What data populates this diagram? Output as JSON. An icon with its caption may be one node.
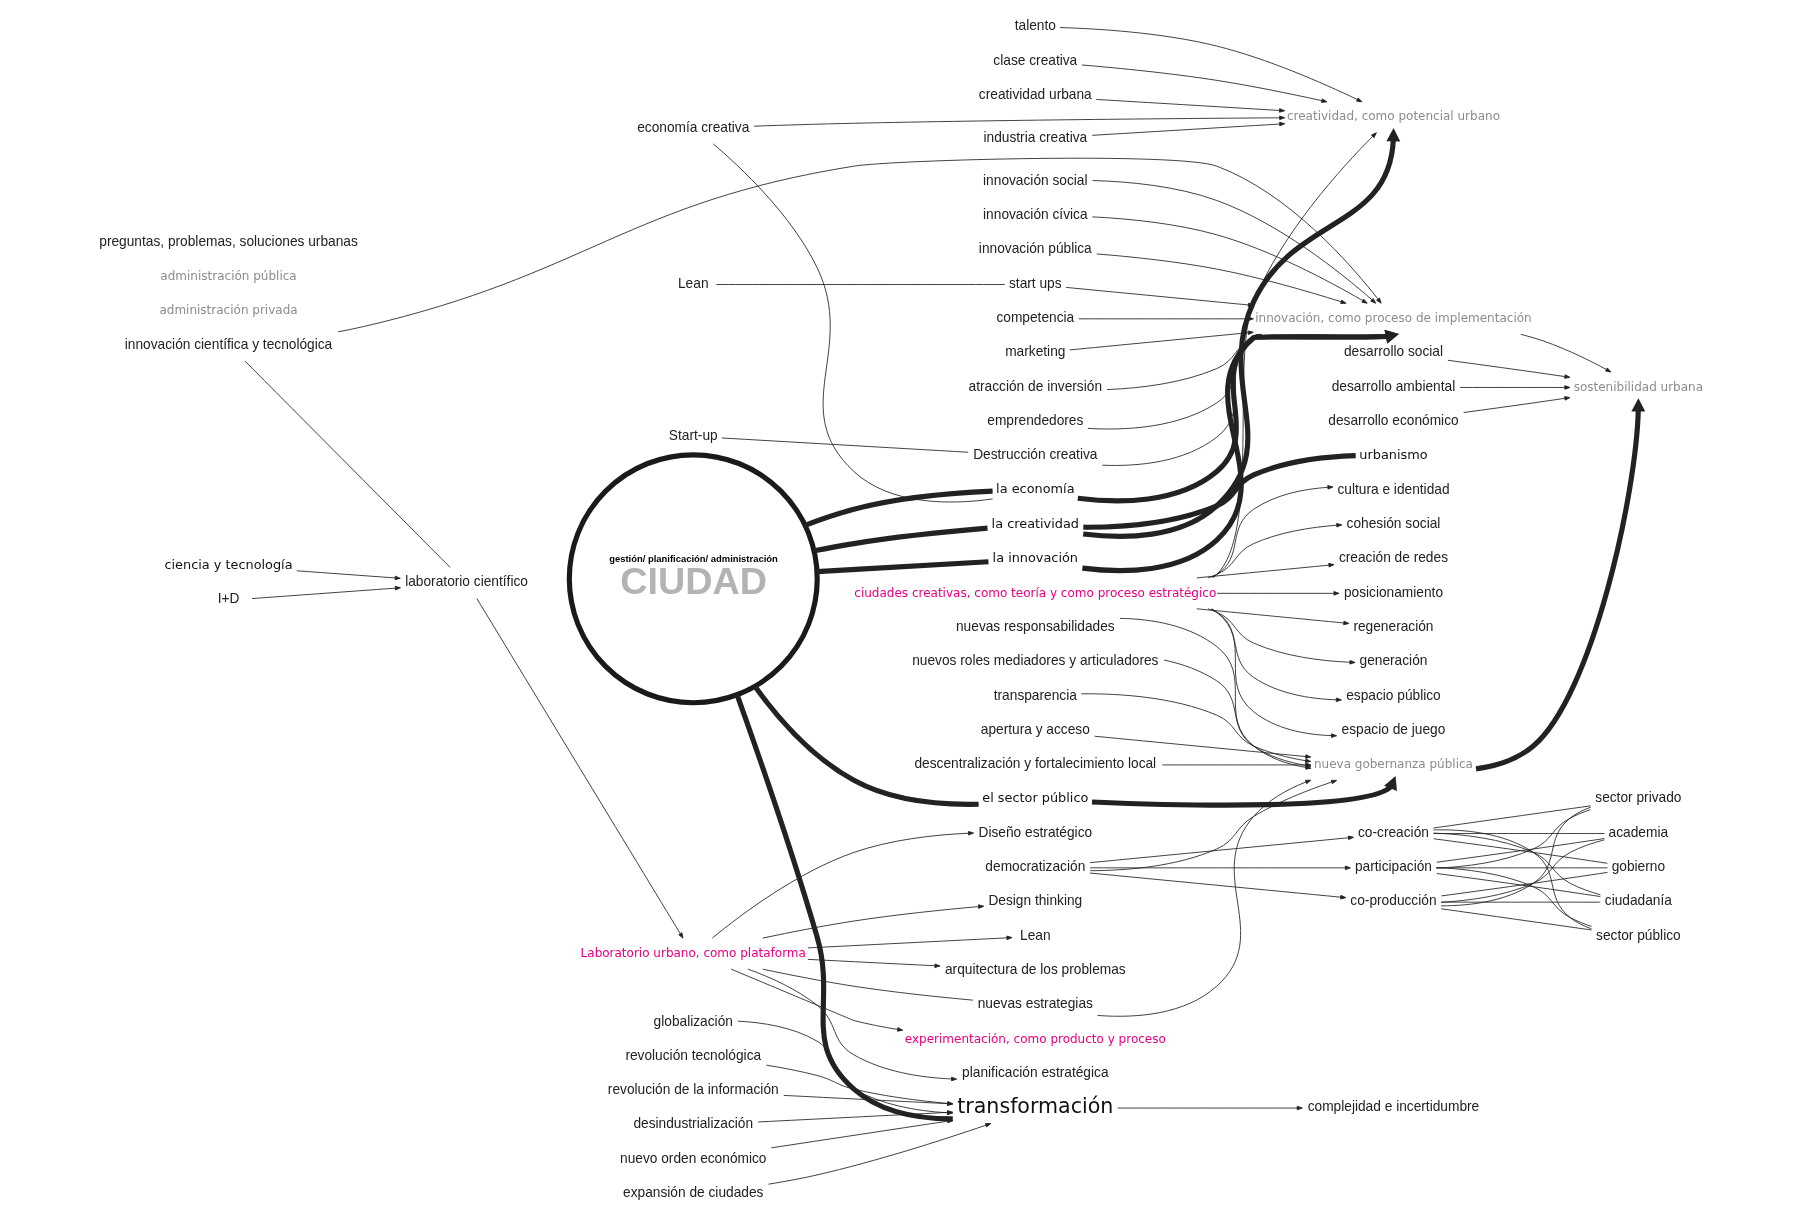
{
  "diagram": {
    "nodes": [
      {
        "text": [
          "creatividad, como potencial urbano"
        ]
      },
      {
        "text": [
          "innovación, como proceso de implementación"
        ]
      },
      {
        "text": [
          "innovación social"
        ]
      },
      {
        "text": [
          "innovación cívica"
        ]
      },
      {
        "text": [
          "innovación pública"
        ]
      },
      {
        "text": [
          "innovación científica y tecnológica"
        ]
      },
      {
        "text": [
          "ciencia y tecnología"
        ]
      },
      {
        "text": [
          "I+D"
        ]
      },
      {
        "text": [
          "laboratorio científico"
        ]
      },
      {
        "text": [
          "sostenibilidad urbana"
        ]
      },
      {
        "text": [
          "desarrollo social"
        ]
      },
      {
        "text": [
          "desarrollo ambiental"
        ]
      },
      {
        "text": [
          "desarrollo económico"
        ]
      },
      {
        "text": [
          "competencia"
        ]
      },
      {
        "text": [
          "marketing"
        ]
      },
      {
        "text": [
          "atracción de inversión"
        ]
      },
      {
        "text": [
          "talento"
        ]
      },
      {
        "text": [
          "clase creativa"
        ]
      },
      {
        "text": [
          "creatividad urbana"
        ]
      },
      {
        "text": [
          "economía creativa"
        ]
      },
      {
        "text": [
          "industria creativa"
        ]
      },
      {
        "text": [
          "Lean"
        ]
      },
      {
        "text": [
          "Start-up"
        ]
      },
      {
        "text": [
          "emprendedores"
        ]
      },
      {
        "text": [
          "start ups"
        ]
      },
      {
        "text": [
          "Destrucción creativa"
        ]
      },
      {
        "text": [
          "administración privada"
        ]
      },
      {
        "text": [
          "la economía"
        ]
      },
      {
        "text": [
          "nueva gobernanza pública"
        ]
      },
      {
        "text": [
          "Laboratorio urbano, como plataforma"
        ]
      },
      {
        "text": [
          "nuevas responsabilidades"
        ]
      },
      {
        "text": [
          "nuevas estrategias"
        ]
      },
      {
        "text": [
          "nuevos roles mediadores y articuladores"
        ]
      },
      {
        "text": [
          "transparencia"
        ]
      },
      {
        "text": [
          "apertura y acceso"
        ]
      },
      {
        "text": [
          "descentralización y fortalecimiento local"
        ]
      },
      {
        "text": [
          "democratización"
        ]
      },
      {
        "text": [
          "planificación estratégica"
        ]
      },
      {
        "text": [
          "Diseño estratégico"
        ]
      },
      {
        "text": [
          "Design thinking"
        ]
      },
      {
        "text": [
          "Lean"
        ]
      },
      {
        "text": [
          "arquitectura de los problemas"
        ]
      },
      {
        "text": [
          "experimentación, como producto y proceso"
        ]
      },
      {
        "text": [
          "la innovación"
        ]
      },
      {
        "text": [
          "ciudades creativas, como teoría y como proceso estratégico"
        ]
      },
      {
        "text": [
          "gestión/ planificación/ administración",
          "CIUDAD"
        ]
      },
      {
        "text": [
          "la creatividad"
        ]
      },
      {
        "text": [
          "urbanismo"
        ]
      },
      {
        "text": [
          "espacio público"
        ]
      },
      {
        "text": [
          "espacio de juego"
        ]
      },
      {
        "text": [
          "cultura e identidad"
        ]
      },
      {
        "text": [
          "cohesión social"
        ]
      },
      {
        "text": [
          "creación de redes"
        ]
      },
      {
        "text": [
          "posicionamiento"
        ]
      },
      {
        "text": [
          "regeneración"
        ]
      },
      {
        "text": [
          "generación"
        ]
      },
      {
        "text": [
          "el sector público"
        ]
      },
      {
        "text": [
          "administración pública"
        ]
      },
      {
        "text": [
          "transformación"
        ]
      },
      {
        "text": [
          "complejidad e incertidumbre"
        ]
      },
      {
        "text": [
          "globalización"
        ]
      },
      {
        "text": [
          "revolución tecnológica"
        ]
      },
      {
        "text": [
          "revolución de la información"
        ]
      },
      {
        "text": [
          "desindustrialización"
        ]
      },
      {
        "text": [
          "nuevo orden económico"
        ]
      },
      {
        "text": [
          "expansión de ciudades"
        ]
      },
      {
        "text": [
          "co-producción"
        ]
      },
      {
        "text": [
          "co-creación"
        ]
      },
      {
        "text": [
          "participación"
        ]
      },
      {
        "text": [
          "gobierno"
        ]
      },
      {
        "text": [
          "ciudadanía"
        ]
      },
      {
        "text": [
          "sector público"
        ]
      },
      {
        "text": [
          "sector privado"
        ]
      },
      {
        "text": [
          "academia"
        ]
      }
    ],
    "edges": [
      {
        "from": 46,
        "to": 0,
        "arrow": "to",
        "style": "thick"
      },
      {
        "from": 16,
        "to": 0,
        "arrow": "to"
      },
      {
        "from": 17,
        "to": 0,
        "arrow": "to"
      },
      {
        "from": 18,
        "to": 0,
        "arrow": "to"
      },
      {
        "from": 19,
        "to": 0,
        "arrow": "to"
      },
      {
        "from": 20,
        "to": 0,
        "arrow": "to"
      },
      {
        "from": 44,
        "to": 0,
        "arrow": "to"
      },
      {
        "from": 46,
        "to": 47,
        "arrow": "none",
        "style": "thick"
      },
      {
        "from": 43,
        "to": 1,
        "arrow": "to",
        "style": "thick"
      },
      {
        "from": 2,
        "to": 1,
        "arrow": "to"
      },
      {
        "from": 3,
        "to": 1,
        "arrow": "to"
      },
      {
        "from": 4,
        "to": 1,
        "arrow": "to"
      },
      {
        "from": 5,
        "to": 1,
        "arrow": "to"
      },
      {
        "from": 21,
        "to": 24,
        "arrow": "none"
      },
      {
        "from": 22,
        "to": 25,
        "arrow": "none"
      },
      {
        "from": 27,
        "to": 1,
        "arrow": "to",
        "style": "thick"
      },
      {
        "from": 23,
        "to": 1,
        "arrow": "to"
      },
      {
        "from": 24,
        "to": 1,
        "arrow": "to"
      },
      {
        "from": 25,
        "to": 1,
        "arrow": "to"
      },
      {
        "from": 13,
        "to": 1,
        "arrow": "to"
      },
      {
        "from": 14,
        "to": 1,
        "arrow": "to"
      },
      {
        "from": 15,
        "to": 1,
        "arrow": "to"
      },
      {
        "from": 19,
        "to": 27,
        "arrow": "none"
      },
      {
        "from": 1,
        "to": 9,
        "arrow": "to"
      },
      {
        "from": 7,
        "to": 8,
        "arrow": "to"
      },
      {
        "from": 6,
        "to": 8,
        "arrow": "to"
      },
      {
        "from": 5,
        "to": 8,
        "arrow": "none"
      },
      {
        "from": 8,
        "to": 29,
        "arrow": "to"
      },
      {
        "from": 28,
        "to": 9,
        "arrow": "to",
        "style": "thick"
      },
      {
        "from": 10,
        "to": 9,
        "arrow": "to"
      },
      {
        "from": 11,
        "to": 9,
        "arrow": "to"
      },
      {
        "from": 12,
        "to": 9,
        "arrow": "to"
      },
      {
        "from": 56,
        "to": 28,
        "arrow": "to",
        "style": "thick"
      },
      {
        "from": 30,
        "to": 28,
        "arrow": "to"
      },
      {
        "from": 31,
        "to": 28,
        "arrow": "to"
      },
      {
        "from": 32,
        "to": 28,
        "arrow": "to"
      },
      {
        "from": 33,
        "to": 28,
        "arrow": "to"
      },
      {
        "from": 34,
        "to": 28,
        "arrow": "to"
      },
      {
        "from": 35,
        "to": 28,
        "arrow": "to"
      },
      {
        "from": 36,
        "to": 28,
        "arrow": "to"
      },
      {
        "from": 29,
        "to": 31,
        "arrow": "none"
      },
      {
        "from": 29,
        "to": 37,
        "arrow": "to"
      },
      {
        "from": 29,
        "to": 38,
        "arrow": "to"
      },
      {
        "from": 29,
        "to": 39,
        "arrow": "to"
      },
      {
        "from": 29,
        "to": 40,
        "arrow": "to"
      },
      {
        "from": 29,
        "to": 41,
        "arrow": "to"
      },
      {
        "from": 29,
        "to": 42,
        "arrow": "to"
      },
      {
        "from": 44,
        "to": 48,
        "arrow": "to"
      },
      {
        "from": 44,
        "to": 49,
        "arrow": "to"
      },
      {
        "from": 44,
        "to": 50,
        "arrow": "to"
      },
      {
        "from": 44,
        "to": 51,
        "arrow": "to"
      },
      {
        "from": 44,
        "to": 52,
        "arrow": "to"
      },
      {
        "from": 44,
        "to": 53,
        "arrow": "to"
      },
      {
        "from": 44,
        "to": 54,
        "arrow": "to"
      },
      {
        "from": 44,
        "to": 55,
        "arrow": "to"
      },
      {
        "from": 45,
        "to": 27,
        "arrow": "none",
        "style": "thick"
      },
      {
        "from": 45,
        "to": 43,
        "arrow": "none",
        "style": "thick"
      },
      {
        "from": 45,
        "to": 46,
        "arrow": "none",
        "style": "thick"
      },
      {
        "from": 45,
        "to": 56,
        "arrow": "none",
        "style": "thick"
      },
      {
        "from": 45,
        "to": 58,
        "arrow": "none",
        "style": "thick"
      },
      {
        "from": 60,
        "to": 58,
        "arrow": "to"
      },
      {
        "from": 61,
        "to": 58,
        "arrow": "to"
      },
      {
        "from": 62,
        "to": 58,
        "arrow": "to"
      },
      {
        "from": 63,
        "to": 58,
        "arrow": "to"
      },
      {
        "from": 64,
        "to": 58,
        "arrow": "to"
      },
      {
        "from": 65,
        "to": 58,
        "arrow": "to"
      },
      {
        "from": 58,
        "to": 59,
        "arrow": "to"
      },
      {
        "from": 36,
        "to": 66,
        "arrow": "to"
      },
      {
        "from": 36,
        "to": 67,
        "arrow": "to"
      },
      {
        "from": 36,
        "to": 68,
        "arrow": "to"
      },
      {
        "from": 66,
        "to": 69,
        "arrow": "none"
      },
      {
        "from": 66,
        "to": 70,
        "arrow": "none"
      },
      {
        "from": 66,
        "to": 71,
        "arrow": "none"
      },
      {
        "from": 66,
        "to": 72,
        "arrow": "none"
      },
      {
        "from": 66,
        "to": 73,
        "arrow": "none"
      },
      {
        "from": 67,
        "to": 69,
        "arrow": "none"
      },
      {
        "from": 67,
        "to": 70,
        "arrow": "none"
      },
      {
        "from": 67,
        "to": 71,
        "arrow": "none"
      },
      {
        "from": 67,
        "to": 72,
        "arrow": "none"
      },
      {
        "from": 67,
        "to": 73,
        "arrow": "none"
      },
      {
        "from": 68,
        "to": 69,
        "arrow": "none"
      },
      {
        "from": 68,
        "to": 70,
        "arrow": "none"
      },
      {
        "from": 68,
        "to": 71,
        "arrow": "none"
      },
      {
        "from": 68,
        "to": 72,
        "arrow": "none"
      },
      {
        "from": 68,
        "to": 73,
        "arrow": "none"
      }
    ],
    "labels": [
      "preguntas, problemas, soluciones urbanas"
    ]
  }
}
